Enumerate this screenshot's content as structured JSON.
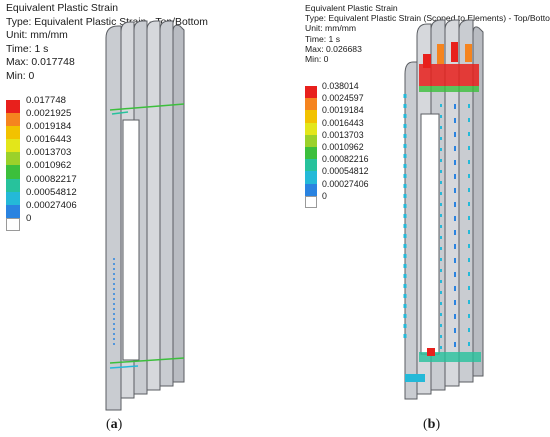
{
  "panels": [
    {
      "header": {
        "title": "Equivalent Plastic Strain",
        "type": "Type: Equivalent Plastic Strain - Top/Bottom",
        "unit": "Unit: mm/mm",
        "time": "Time: 1 s",
        "max": "Max: 0.017748",
        "min": "Min: 0"
      },
      "legend": [
        {
          "label": "0.017748",
          "color": "#e8201c"
        },
        {
          "label": "0.0021925",
          "color": "#f5841f"
        },
        {
          "label": "0.0019184",
          "color": "#f2c200"
        },
        {
          "label": "0.0016443",
          "color": "#e3e61a"
        },
        {
          "label": "0.0013703",
          "color": "#9bd12a"
        },
        {
          "label": "0.0010962",
          "color": "#3cbf3c"
        },
        {
          "label": "0.00082217",
          "color": "#27c29c"
        },
        {
          "label": "0.00054812",
          "color": "#24b9d8"
        },
        {
          "label": "0.00027406",
          "color": "#2a83e0"
        },
        {
          "label": "0",
          "color": "#ffffff"
        }
      ],
      "caption": {
        "open": "(",
        "letter": "a",
        "close": ")"
      }
    },
    {
      "header": {
        "title": "Equivalent Plastic Strain",
        "type": "Type: Equivalent Plastic Strain (Scoped to Elements) - Top/Bottom",
        "unit": "Unit: mm/mm",
        "time": "Time: 1 s",
        "max": "Max: 0.026683",
        "min": "Min: 0"
      },
      "legend": [
        {
          "label": "0.038014",
          "color": "#e8201c"
        },
        {
          "label": "0.0024597",
          "color": "#f5841f"
        },
        {
          "label": "0.0019184",
          "color": "#f2c200"
        },
        {
          "label": "0.0016443",
          "color": "#e3e61a"
        },
        {
          "label": "0.0013703",
          "color": "#9bd12a"
        },
        {
          "label": "0.0010962",
          "color": "#3cbf3c"
        },
        {
          "label": "0.00082216",
          "color": "#27c29c"
        },
        {
          "label": "0.00054812",
          "color": "#24b9d8"
        },
        {
          "label": "0.00027406",
          "color": "#2a83e0"
        },
        {
          "label": "0",
          "color": "#ffffff"
        }
      ],
      "caption": {
        "open": "(",
        "letter": "b",
        "close": ")"
      }
    }
  ],
  "colors": {
    "model_fill": "#c9ccd1",
    "model_shade": "#8c9096",
    "model_edge": "#5a5d62"
  }
}
